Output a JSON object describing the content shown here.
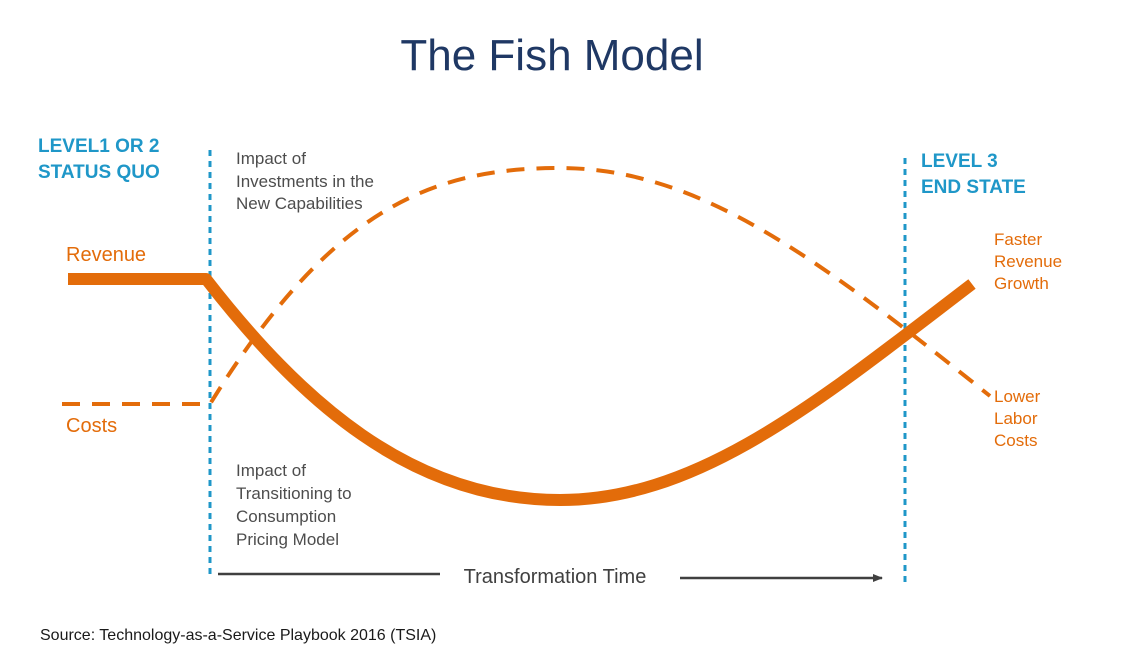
{
  "title": "The Fish Model",
  "colors": {
    "title": "#1f3864",
    "level": "#1f97c8",
    "orange": "#e36c0a",
    "gray_text": "#4d4d4d",
    "arrow": "#404040"
  },
  "level_left": {
    "line1": "LEVEL1 OR 2",
    "line2": "STATUS QUO"
  },
  "level_right": {
    "line1": "LEVEL 3",
    "line2": "END STATE"
  },
  "revenue_label": "Revenue",
  "costs_label": "Costs",
  "investments_label": [
    "Impact of",
    "Investments in the",
    "New Capabilities"
  ],
  "transition_label": [
    "Impact of",
    "Transitioning to",
    "Consumption",
    "Pricing Model"
  ],
  "faster_label": [
    "Faster",
    "Revenue",
    "Growth"
  ],
  "lower_label": [
    "Lower",
    "Labor",
    "Costs"
  ],
  "time_label": "Transformation Time",
  "source": "Source: Technology-as-a-Service Playbook 2016 (TSIA)"
}
